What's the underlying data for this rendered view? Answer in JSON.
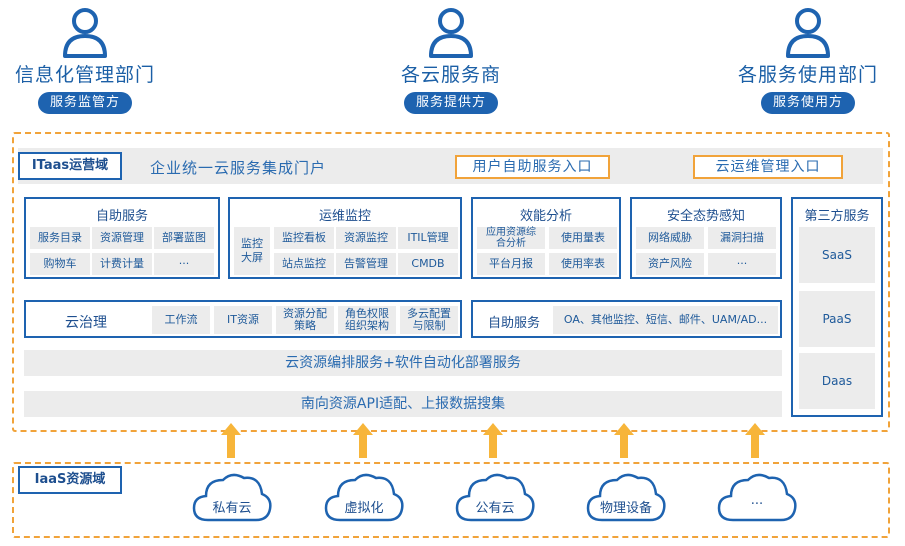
{
  "roles": [
    {
      "name": "信息化管理部门",
      "badge": "服务监管方"
    },
    {
      "name": "各云服务商",
      "badge": "服务提供方"
    },
    {
      "name": "各服务使用部门",
      "badge": "服务使用方"
    }
  ],
  "itaas": {
    "domain_label": "ITaas运营域",
    "portal": "企业统一云服务集成门户",
    "entry_self": "用户自助服务入口",
    "entry_ops": "云运维管理入口",
    "self_service": {
      "title": "自助服务",
      "items": [
        "服务目录",
        "资源管理",
        "部署蓝图",
        "购物车",
        "计费计量",
        "···"
      ]
    },
    "ops_monitor": {
      "title": "运维监控",
      "side": "监控大屏",
      "items": [
        "监控看板",
        "资源监控",
        "ITIL管理",
        "站点监控",
        "告警管理",
        "CMDB"
      ]
    },
    "efficiency": {
      "title": "效能分析",
      "items": [
        "应用资源综合分析",
        "使用量表",
        "平台月报",
        "使用率表"
      ]
    },
    "security": {
      "title": "安全态势感知",
      "items": [
        "网络威胁",
        "漏洞扫描",
        "资产风险",
        "···"
      ]
    },
    "third_party": {
      "title": "第三方服务",
      "items": [
        "SaaS",
        "PaaS",
        "Daas"
      ]
    },
    "governance": {
      "title": "云治理",
      "items": [
        "工作流",
        "IT资源",
        "资源分配策略",
        "角色权限组织架构",
        "多云配置与限制"
      ]
    },
    "self_service2": {
      "title": "自助服务",
      "items": [
        "OA、其他监控、短信、邮件、UAM/AD..."
      ]
    },
    "orchestration": "云资源编排服务+软件自动化部署服务",
    "southbound": "南向资源API适配、上报数据搜集"
  },
  "iaas": {
    "domain_label": "IaaS资源域",
    "clouds": [
      "私有云",
      "虚拟化",
      "公有云",
      "物理设备",
      "···"
    ]
  },
  "colors": {
    "primary": "#1e63b0",
    "accent": "#f1a33a",
    "panel_bg": "#ececec"
  },
  "icons": {
    "role": "user-icon",
    "flow": "up-arrow-icon",
    "resource": "cloud-icon"
  }
}
